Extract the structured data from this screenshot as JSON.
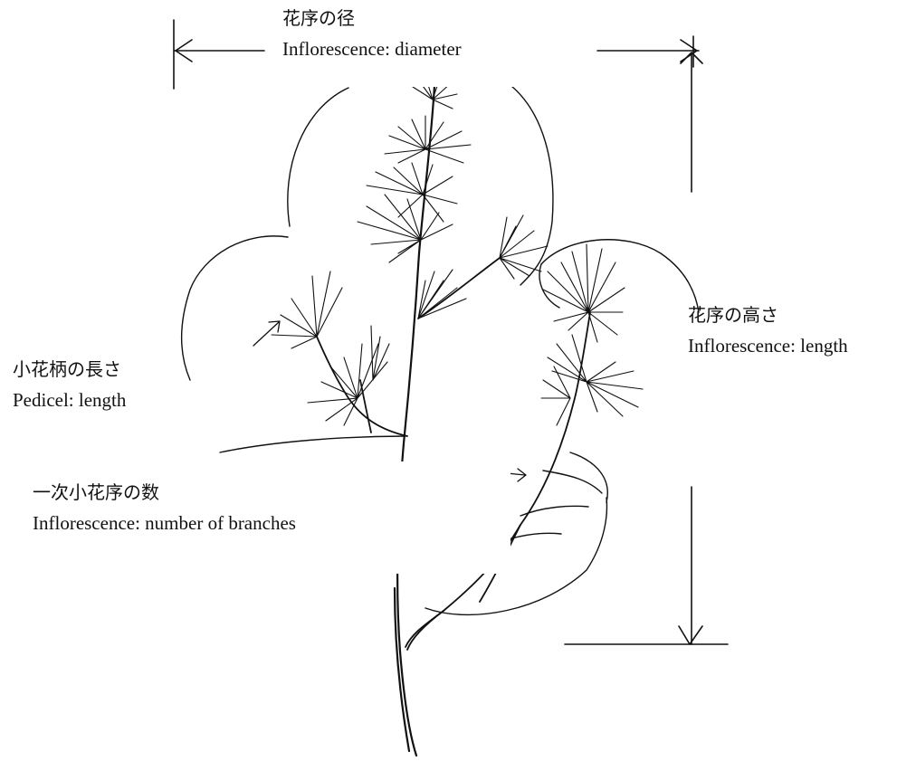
{
  "labels": {
    "diameter": {
      "jp": "花序の径",
      "en": "Inflorescence: diameter"
    },
    "length": {
      "jp": "花序の高さ",
      "en": "Inflorescence: length"
    },
    "pedicel": {
      "jp": "小花柄の長さ",
      "en": "Pedicel: length"
    },
    "branches": {
      "jp": "一次小花序の数",
      "en": "Inflorescence: number of branches"
    }
  },
  "colors": {
    "ink": "#111111",
    "background": "#ffffff"
  }
}
